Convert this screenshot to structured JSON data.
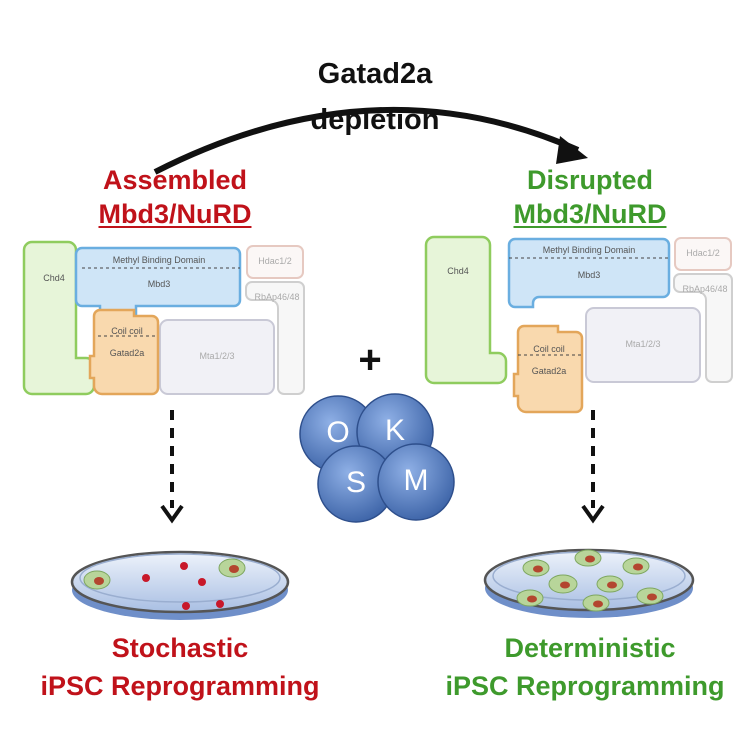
{
  "title": {
    "line1": "Gatad2a",
    "line2": "depletion"
  },
  "left": {
    "header_line1": "Assembled",
    "header_line2": "Mbd3/NuRD",
    "footer_line1": "Stochastic",
    "footer_line2": "iPSC Reprogramming",
    "labels": {
      "chd4": "Chd4",
      "methyl": "Methyl Binding Domain",
      "mbd3": "Mbd3",
      "hdac": "Hdac1/2",
      "rbap": "RbAp46/48",
      "coil": "Coil coil",
      "gatad2a": "Gatad2a",
      "mta": "Mta1/2/3"
    }
  },
  "right": {
    "header_line1": "Disrupted",
    "header_line2": "Mbd3/NuRD",
    "footer_line1": "Deterministic",
    "footer_line2": "iPSC Reprogramming",
    "labels": {
      "chd4": "Chd4",
      "methyl": "Methyl Binding Domain",
      "mbd3": "Mbd3",
      "hdac": "Hdac1/2",
      "rbap": "RbAp46/48",
      "coil": "Coil coil",
      "gatad2a": "Gatad2a",
      "mta": "Mta1/2/3"
    }
  },
  "plus": "+",
  "factors": {
    "o": "O",
    "k": "K",
    "s": "S",
    "m": "M"
  },
  "colors": {
    "red": "#c0121a",
    "green": "#3e9a2c",
    "chd4_fill": "#e7f5d9",
    "chd4_stroke": "#8fcc5e",
    "mbd3_fill": "#cfe5f7",
    "mbd3_stroke": "#6aaee0",
    "gatad2a_fill": "#f9d9ae",
    "gatad2a_stroke": "#e3a65a",
    "mta_fill": "#f1f1f6",
    "hdac_stroke": "#e6c9c1",
    "sphere": "#4f76b8"
  }
}
